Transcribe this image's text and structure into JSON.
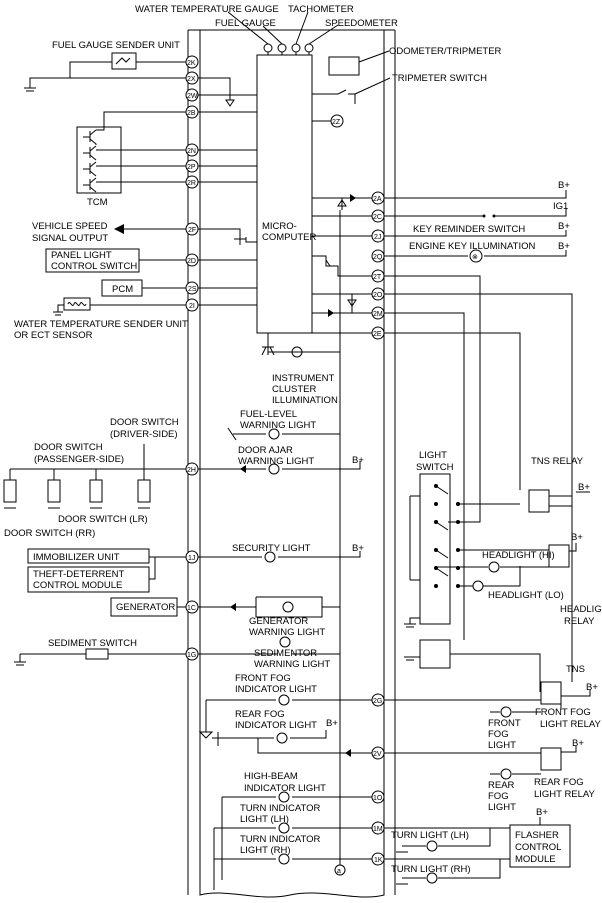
{
  "top": {
    "water_temp_gauge": "WATER TEMPERATURE GAUGE",
    "fuel_gauge": "FUEL GAUGE",
    "tachometer": "TACHOMETER",
    "speedometer": "SPEEDOMETER",
    "odometer": "ODOMETER/TRIPMETER",
    "trip_switch": "TRIPMETER SWITCH"
  },
  "left": {
    "fuel_sender": "FUEL GAUGE SENDER UNIT",
    "tcm": "TCM",
    "vss_1": "VEHICLE SPEED",
    "vss_2": "SIGNAL OUTPUT",
    "panel_light_1": "PANEL LIGHT",
    "panel_light_2": "CONTROL SWITCH",
    "pcm": "PCM",
    "wt_sender_1": "WATER TEMPERATURE SENDER UNIT",
    "wt_sender_2": "OR ECT SENSOR",
    "door_driver_1": "DOOR SWITCH",
    "door_driver_2": "(DRIVER-SIDE)",
    "door_pass_1": "DOOR SWITCH",
    "door_pass_2": "(PASSENGER-SIDE)",
    "door_lr": "DOOR SWITCH (LR)",
    "door_rr": "DOOR SWITCH (RR)",
    "immobilizer": "IMMOBILIZER UNIT",
    "theft_1": "THEFT-DETERRENT",
    "theft_2": "CONTROL MODULE",
    "generator": "GENERATOR",
    "sediment_switch": "SEDIMENT SWITCH"
  },
  "center": {
    "micro_1": "MICRO-",
    "micro_2": "COMPUTER",
    "illum_1": "INSTRUMENT",
    "illum_2": "CLUSTER",
    "illum_3": "ILLUMINATION",
    "fuel_warn_1": "FUEL-LEVEL",
    "fuel_warn_2": "WARNING LIGHT",
    "door_warn_1": "DOOR AJAR",
    "door_warn_2": "WARNING LIGHT",
    "security": "SECURITY LIGHT",
    "gen_warn_1": "GENERATOR",
    "gen_warn_2": "WARNING LIGHT",
    "sed_warn_1": "SEDIMENTOR",
    "sed_warn_2": "WARNING LIGHT",
    "ffog_1": "FRONT FOG",
    "ffog_2": "INDICATOR LIGHT",
    "rfog_1": "REAR FOG",
    "rfog_2": "INDICATOR LIGHT",
    "hb_1": "HIGH-BEAM",
    "hb_2": "INDICATOR LIGHT",
    "tl_lh_1": "TURN INDICATOR",
    "tl_lh_2": "LIGHT (LH)",
    "tl_rh_1": "TURN INDICATOR",
    "tl_rh_2": "LIGHT (RH)",
    "bplus": "B+",
    "a_mark": "a"
  },
  "right": {
    "bplus": "B+",
    "ig1": "IG1",
    "tns": "TNS",
    "key_reminder": "KEY REMINDER SWITCH",
    "engine_key": "ENGINE KEY ILLUMINATION",
    "light_sw_1": "LIGHT",
    "light_sw_2": "SWITCH",
    "tns_relay": "TNS RELAY",
    "hl_hi": "HEADLIGHT (HI)",
    "hl_lo": "HEADLIGHT (LO)",
    "hl_relay_1": "HEADLIGHT",
    "hl_relay_2": "RELAY",
    "ffog_l1": "FRONT",
    "ffog_l2": "FOG",
    "ffog_l3": "LIGHT",
    "ffog_relay": "FRONT FOG",
    "ffog_relay_2": "LIGHT RELAY",
    "rfog_l1": "REAR",
    "rfog_l2": "FOG",
    "rfog_l3": "LIGHT",
    "rfog_relay": "REAR FOG",
    "rfog_relay_2": "LIGHT RELAY",
    "turn_lh": "TURN LIGHT (LH)",
    "turn_rh": "TURN LIGHT (RH)",
    "flasher_1": "FLASHER",
    "flasher_2": "CONTROL",
    "flasher_3": "MODULE"
  },
  "pins": {
    "p2K": "2K",
    "p2X": "2X",
    "p2W": "2W",
    "p2B": "2B",
    "p2N": "2N",
    "p2P": "2P",
    "p2R": "2R",
    "p2F": "2F",
    "p2D": "2D",
    "p2S": "2S",
    "p2I": "2I",
    "p2H": "2H",
    "p1J": "1J",
    "p1C": "1C",
    "p1G": "1G",
    "p2A": "2A",
    "p2C": "2C",
    "p2J": "2J",
    "p2Q": "2Q",
    "p2T": "2T",
    "p2O": "2O",
    "p2M": "2M",
    "p2E": "2E",
    "p2G": "2G",
    "p2V": "2V",
    "p1O": "1O",
    "p1M": "1M",
    "p1K": "1K",
    "p2Z": "2Z"
  }
}
